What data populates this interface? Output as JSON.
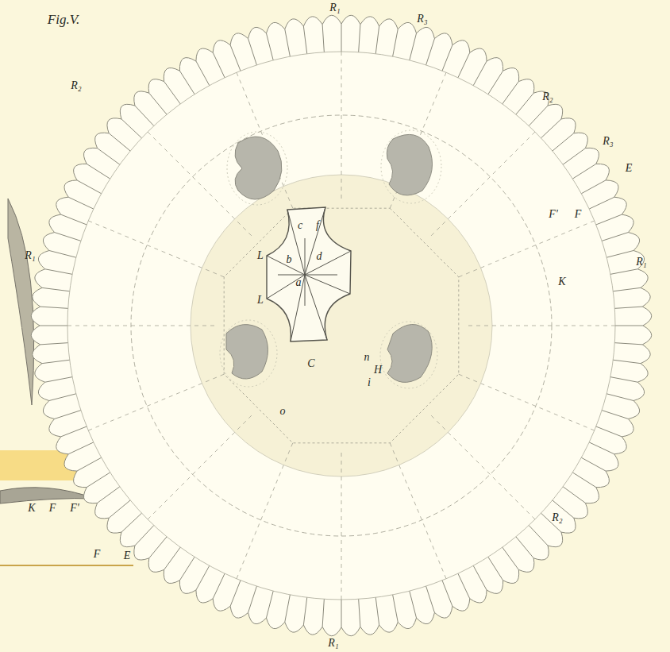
{
  "diagram": {
    "title": "Fig.V.",
    "labels": [
      "R₁",
      "R₃",
      "R₂",
      "R₂",
      "R₃",
      "E",
      "F'",
      "F",
      "R₁",
      "K",
      "R₁",
      "L",
      "L",
      "b",
      "a",
      "d",
      "c",
      "f",
      "H",
      "n",
      "i",
      "C",
      "o",
      "R₂",
      "R₁",
      "K",
      "F",
      "F'",
      "F",
      "E"
    ]
  }
}
